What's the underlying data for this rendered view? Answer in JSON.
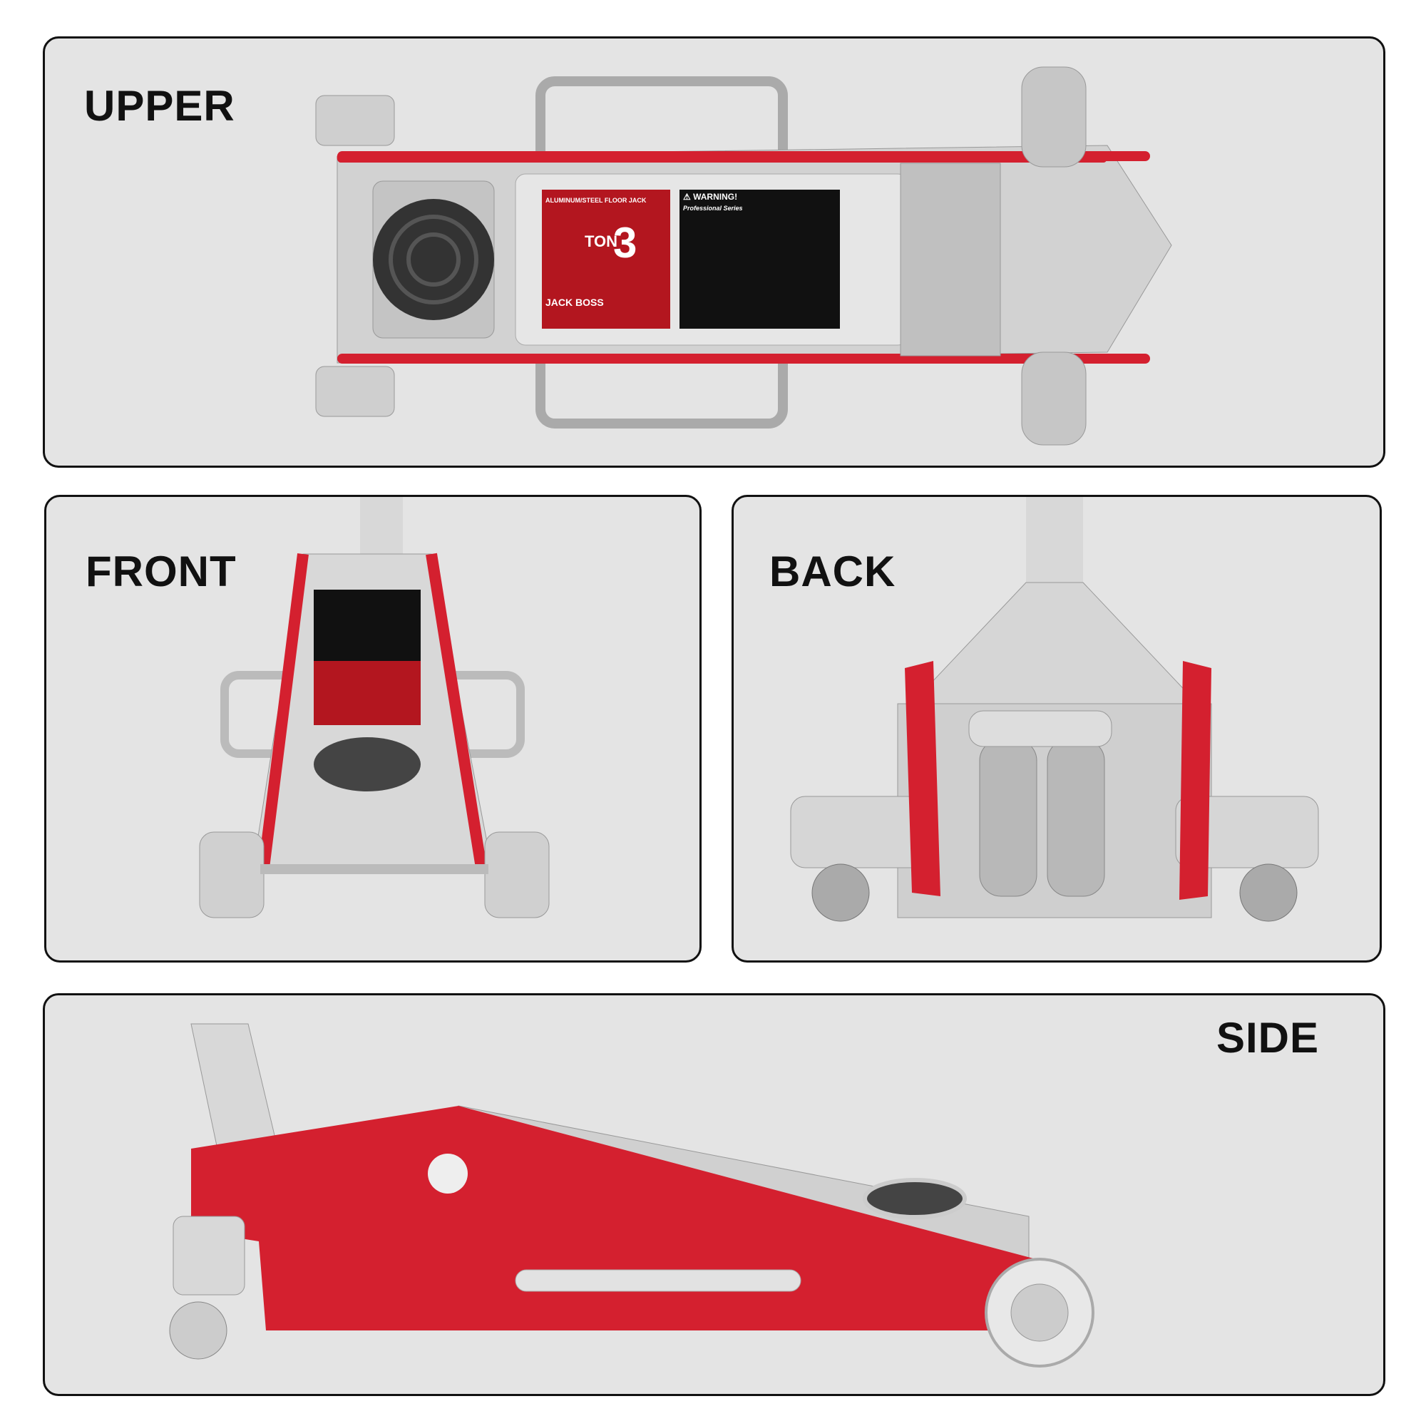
{
  "views": {
    "upper": {
      "label": "UPPER"
    },
    "front": {
      "label": "FRONT"
    },
    "back": {
      "label": "BACK"
    },
    "side": {
      "label": "SIDE"
    }
  },
  "product_label": {
    "brand": "JACK BOSS",
    "product": "ALUMINUM/STEEL FLOOR JACK",
    "capacity_number": "3",
    "capacity_unit": "TON",
    "series": "Professional Series",
    "warning": "⚠ WARNING!"
  },
  "colors": {
    "frame_red": "#d4202f",
    "body_silver": "#c9c9c9",
    "panel_bg": "#e4e4e4",
    "label_black": "#111111"
  }
}
